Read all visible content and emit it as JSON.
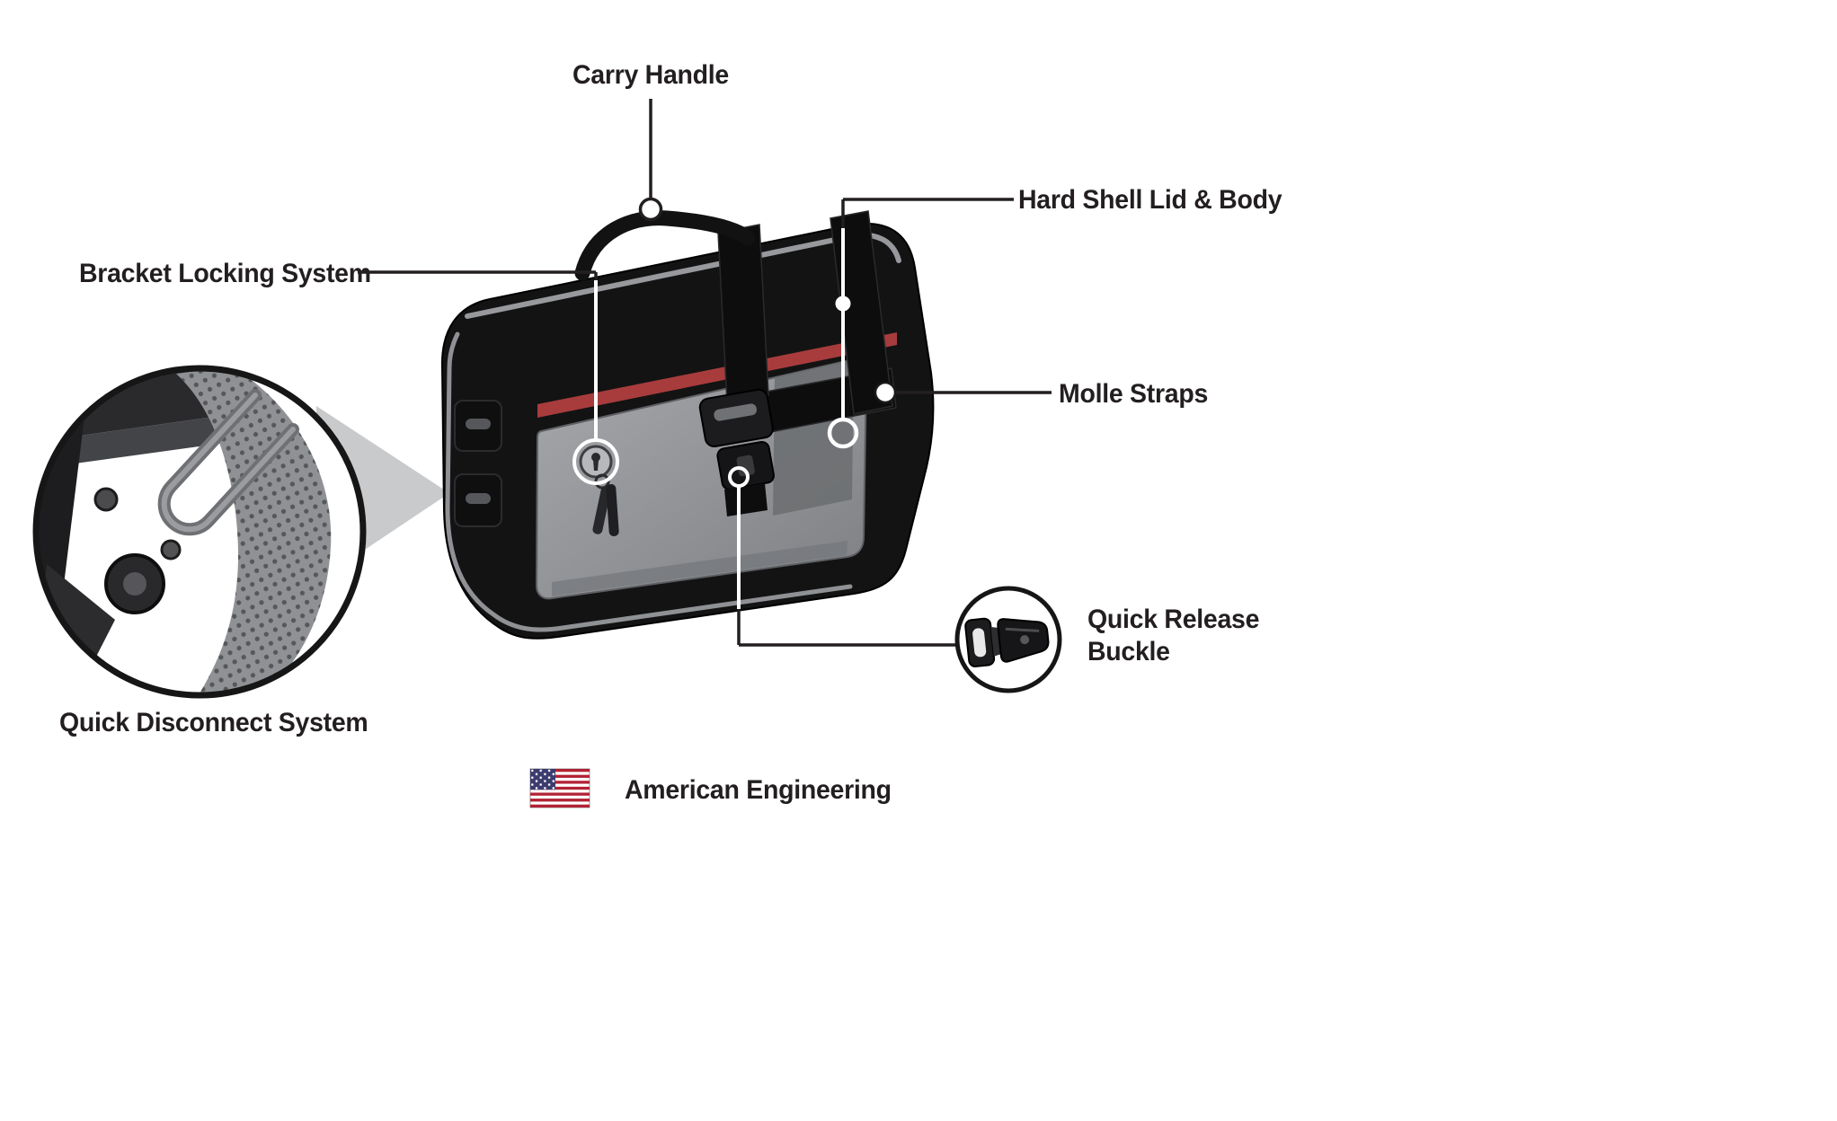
{
  "page": {
    "background": "#ffffff"
  },
  "labels": {
    "carry_handle": "Carry Handle",
    "hard_shell_lid_body": "Hard Shell Lid & Body",
    "bracket_locking_system": "Bracket Locking System",
    "molle_straps": "Molle Straps",
    "quick_release_line1": "Quick Release",
    "quick_release_line2": "Buckle",
    "quick_disconnect_system": "Quick Disconnect System",
    "american_engineering": "American Engineering"
  },
  "icons": {
    "flag": "us-flag-icon",
    "buckle_inset": "cobra-buckle-icon",
    "disconnect_inset": "quick-disconnect-mechanism-icon",
    "lock": "lock-icon",
    "keys": "keys-icon"
  },
  "colors": {
    "text": "#231f20",
    "callout_line": "#231f20",
    "bag_body": "#131314",
    "bag_panel_gray": "#8f9194",
    "trim_red": "#a83c3c",
    "piping_gray": "#97999c",
    "inset_border": "#161616",
    "wedge_gray": "#c9cacc",
    "flag_red": "#b22234",
    "flag_blue": "#3c3b6e"
  }
}
